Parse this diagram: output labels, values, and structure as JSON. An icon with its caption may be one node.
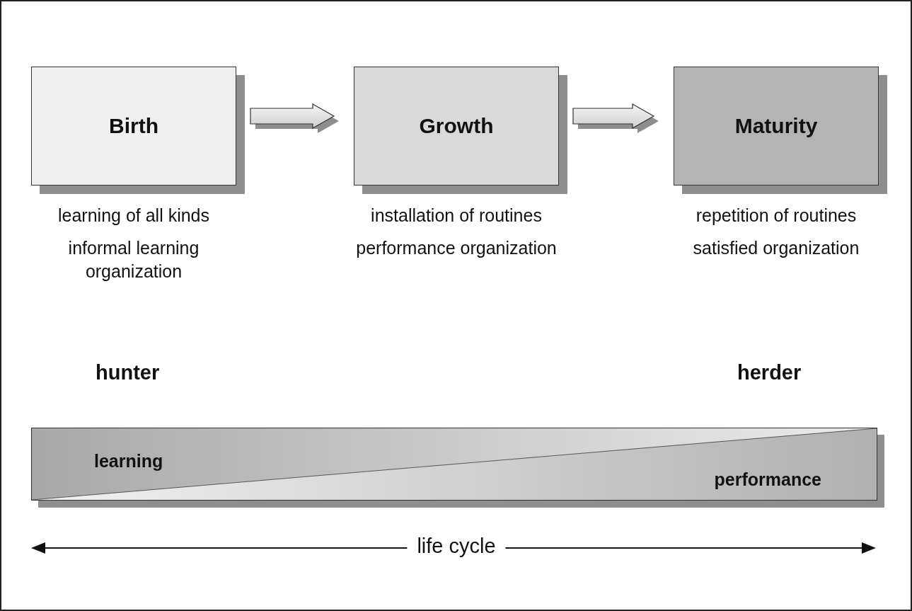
{
  "diagram": {
    "nodes": [
      {
        "text": [
          "Birth"
        ],
        "beside": [
          "learning of all kinds",
          "informal learning organization"
        ]
      },
      {
        "text": [
          "Growth"
        ],
        "beside": [
          "installation of routines",
          "performance organization"
        ]
      },
      {
        "text": [
          "Maturity"
        ],
        "beside": [
          "repetition of routines",
          "satisfied organization"
        ]
      },
      {
        "text": [
          "learning",
          "performance"
        ]
      }
    ],
    "edges": [
      {
        "from": 0,
        "to": 1,
        "arrow": "to"
      },
      {
        "from": 1,
        "to": 2,
        "arrow": "to"
      }
    ],
    "labels": [
      "hunter",
      "herder",
      "life cycle"
    ]
  }
}
